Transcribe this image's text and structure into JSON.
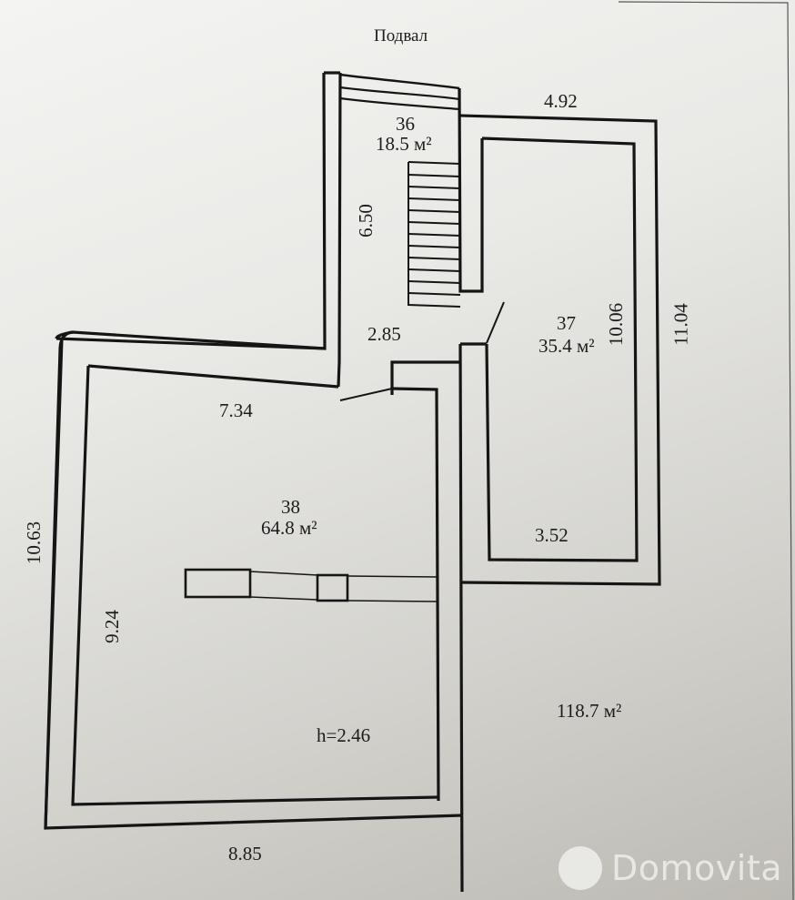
{
  "plan": {
    "title": "Подвал",
    "total_area": "118.7 м²",
    "ceiling_height": "h=2.46",
    "rooms": [
      {
        "number": "36",
        "area": "18.5 м²"
      },
      {
        "number": "37",
        "area": "35.4 м²"
      },
      {
        "number": "38",
        "area": "64.8 м²"
      }
    ],
    "dimensions": {
      "top_right_width": "4.92",
      "stair_height": "6.50",
      "corridor_width": "2.85",
      "room37_height": "10.06",
      "outer_right_height": "11.04",
      "room37_width": "3.52",
      "room38_width": "7.34",
      "outer_left_height": "10.63",
      "room38_height": "9.24",
      "outer_bottom_width": "8.85"
    }
  },
  "watermark": {
    "brand": "Domovita"
  }
}
